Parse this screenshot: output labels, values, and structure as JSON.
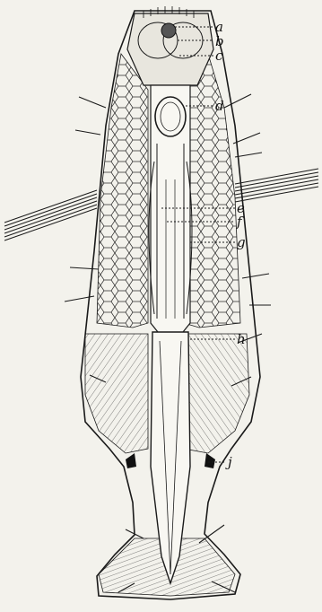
{
  "figure": {
    "labels": [
      {
        "id": "a",
        "text": "a"
      },
      {
        "id": "b",
        "text": "b"
      },
      {
        "id": "c",
        "text": "c"
      },
      {
        "id": "d",
        "text": "d"
      },
      {
        "id": "e",
        "text": "e"
      },
      {
        "id": "f",
        "text": "f"
      },
      {
        "id": "g",
        "text": "g"
      },
      {
        "id": "h",
        "text": "h"
      },
      {
        "id": "j",
        "text": "j"
      }
    ]
  },
  "colors": {
    "paper": "#f3f2ec",
    "ink": "#1a1a1a",
    "inner_fill": "#e8e6de"
  }
}
